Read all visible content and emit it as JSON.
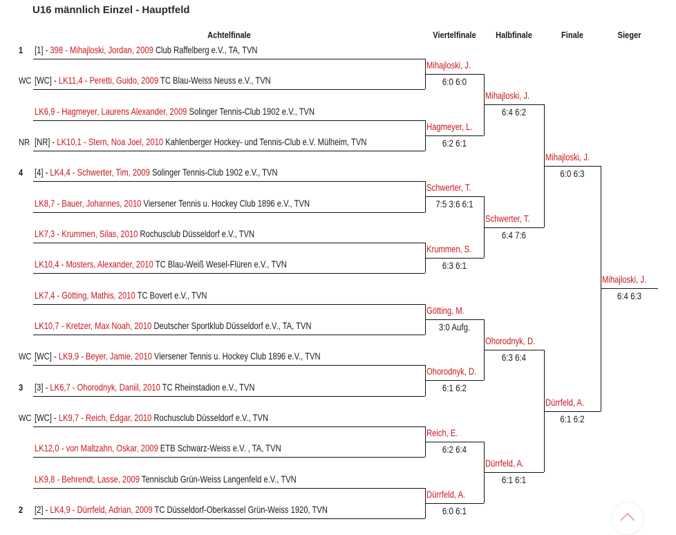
{
  "title": "U16 männlich Einzel - Hauptfeld",
  "headers": [
    "Achtelfinale",
    "Viertelfinale",
    "Halbfinale",
    "Finale",
    "Sieger"
  ],
  "entries": [
    {
      "pos": "1",
      "bold": true,
      "seed": "[1] - ",
      "player": "398 - Mihajloski, Jordan, 2009",
      "club": " Club Raffelberg e.V., TA, TVN"
    },
    {
      "pos": "WC",
      "bold": false,
      "seed": "[WC] - ",
      "player": "LK11,4 - Peretti, Guido, 2009",
      "club": " TC Blau-Weiss Neuss e.V., TVN"
    },
    {
      "pos": "",
      "bold": false,
      "seed": "",
      "player": "LK6,9 - Hagmeyer, Laurens Alexander, 2009",
      "club": " Solinger Tennis-Club 1902 e.V., TVN"
    },
    {
      "pos": "NR",
      "bold": false,
      "seed": "[NR] - ",
      "player": "LK10,1 - Stern, Noa Joel, 2010",
      "club": " Kahlenberger Hockey- und Tennis-Club e.V. Mülheim, TVN"
    },
    {
      "pos": "4",
      "bold": true,
      "seed": "[4] - ",
      "player": "LK4,4 - Schwerter, Tim, 2009",
      "club": " Solinger Tennis-Club 1902 e.V., TVN"
    },
    {
      "pos": "",
      "bold": false,
      "seed": "",
      "player": "LK8,7 - Bauer, Johannes, 2010",
      "club": " Viersener Tennis u. Hockey Club 1896 e.V., TVN"
    },
    {
      "pos": "",
      "bold": false,
      "seed": "",
      "player": "LK7,3 - Krummen, Silas, 2010",
      "club": " Rochusclub Düsseldorf e.V., TVN"
    },
    {
      "pos": "",
      "bold": false,
      "seed": "",
      "player": "LK10,4 - Mosters, Alexander, 2010",
      "club": " TC Blau-Weiß Wesel-Flüren e.V., TVN"
    },
    {
      "pos": "",
      "bold": false,
      "seed": "",
      "player": "LK7,4 - Götting, Mathis, 2010",
      "club": " TC Bovert e.V., TVN"
    },
    {
      "pos": "",
      "bold": false,
      "seed": "",
      "player": "LK10,7 - Kretzer, Max Noah, 2010",
      "club": " Deutscher Sportklub Düsseldorf e.V., TA, TVN"
    },
    {
      "pos": "WC",
      "bold": false,
      "seed": "[WC] - ",
      "player": "LK9,9 - Beyer, Jamie, 2010",
      "club": " Viersener Tennis u. Hockey Club 1896 e.V., TVN"
    },
    {
      "pos": "3",
      "bold": true,
      "seed": "[3] - ",
      "player": "LK6,7 - Ohorodnyk, Daniil, 2010",
      "club": " TC Rheinstadion e.V., TVN"
    },
    {
      "pos": "WC",
      "bold": false,
      "seed": "[WC] - ",
      "player": "LK9,7 - Reich, Edgar, 2010",
      "club": " Rochusclub Düsseldorf e.V., TVN"
    },
    {
      "pos": "",
      "bold": false,
      "seed": "",
      "player": "LK12,0 - von Maltzahn, Oskar, 2009",
      "club": " ETB Schwarz-Weiss e.V. , TA, TVN"
    },
    {
      "pos": "",
      "bold": false,
      "seed": "",
      "player": "LK9,8 - Behrendt, Lasse, 2009",
      "club": " Tennisclub Grün-Weiss Langenfeld e.V., TVN"
    },
    {
      "pos": "2",
      "bold": true,
      "seed": "[2] - ",
      "player": "LK4,9 - Dürrfeld, Adrian, 2009",
      "club": " TC Düsseldorf-Oberkassel Grün-Weiss 1920, TVN"
    }
  ],
  "rounds": [
    [
      {
        "name": "Mihajloski, J.",
        "score": "6:0 6:0"
      },
      {
        "name": "Hagmeyer, L.",
        "score": "6:2 6:1"
      },
      {
        "name": "Schwerter, T.",
        "score": "7:5 3:6 6:1"
      },
      {
        "name": "Krummen, S.",
        "score": "6:3 6:1"
      },
      {
        "name": "Götting, M.",
        "score": "3:0 Aufg."
      },
      {
        "name": "Ohorodnyk, D.",
        "score": "6:1 6:2"
      },
      {
        "name": "Reich, E.",
        "score": "6:2 6:4"
      },
      {
        "name": "Dürrfeld, A.",
        "score": "6:0 6:1"
      }
    ],
    [
      {
        "name": "Mihajloski, J.",
        "score": "6:4 6:2"
      },
      {
        "name": "Schwerter, T.",
        "score": "6:4 7:6"
      },
      {
        "name": "Ohorodnyk, D.",
        "score": "6:3 6:4"
      },
      {
        "name": "Dürrfeld, A.",
        "score": "6:1 6:1"
      }
    ],
    [
      {
        "name": "Mihajloski, J.",
        "score": "6:0 6:3"
      },
      {
        "name": "Dürrfeld, A.",
        "score": "6:1 6:2"
      }
    ],
    [
      {
        "name": "Mihajloski, J.",
        "score": "6:4 6:3"
      }
    ]
  ],
  "colors": {
    "accent": "#c8161d",
    "text": "#1a1a1a"
  }
}
